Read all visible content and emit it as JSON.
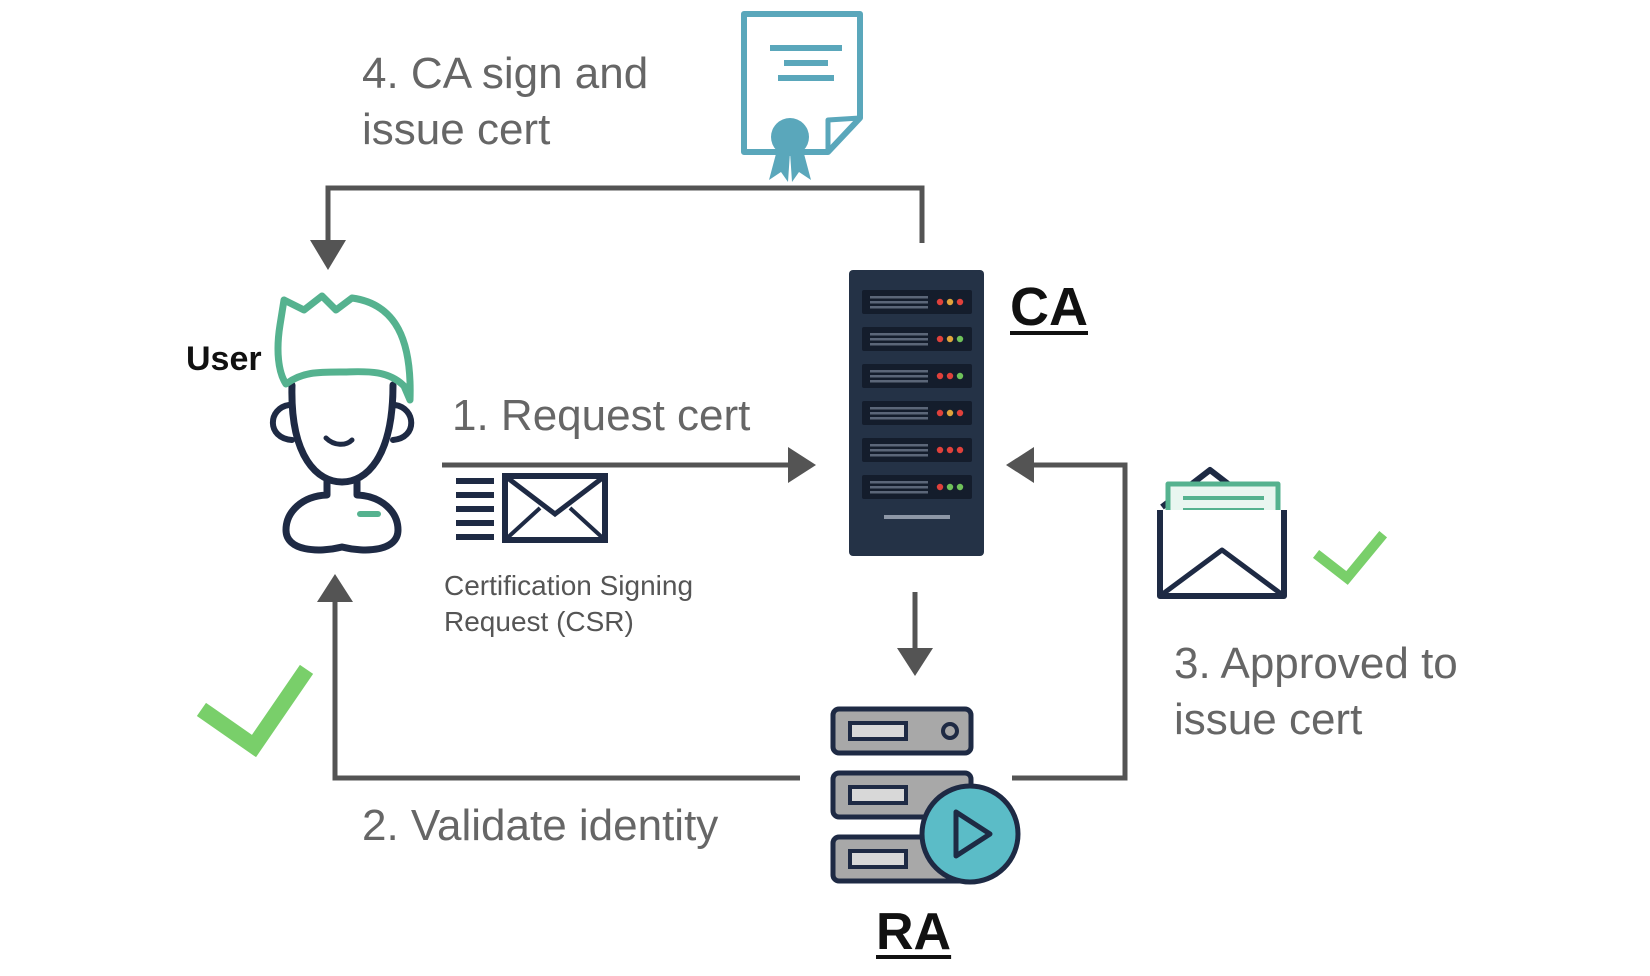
{
  "nodes": {
    "user": {
      "label": "User"
    },
    "ca": {
      "label": "CA"
    },
    "ra": {
      "label": "RA"
    }
  },
  "steps": {
    "request": {
      "text": "1. Request cert"
    },
    "validate": {
      "text": "2. Validate identity"
    },
    "approve": {
      "lines": [
        "3. Approved to",
        "issue cert"
      ]
    },
    "issue": {
      "lines": [
        "4. CA sign and",
        "issue cert"
      ]
    }
  },
  "csr_caption": {
    "lines": [
      "Certification Signing",
      "Request (CSR)"
    ]
  },
  "colors": {
    "arrow": "#545454",
    "navy": "#1e2a44",
    "teal": "#55b28f",
    "teal_blue": "#5aa7bb",
    "check_green": "#79cf6a",
    "server_dark": "#243246",
    "ra_gray": "#a8a8a8",
    "ra_play": "#5bbcc7"
  },
  "icons": [
    "user-icon",
    "csr-envelope-icon",
    "certificate-icon",
    "ca-server-icon",
    "ra-server-icon",
    "play-icon",
    "approved-envelope-icon",
    "checkmark-icon"
  ]
}
